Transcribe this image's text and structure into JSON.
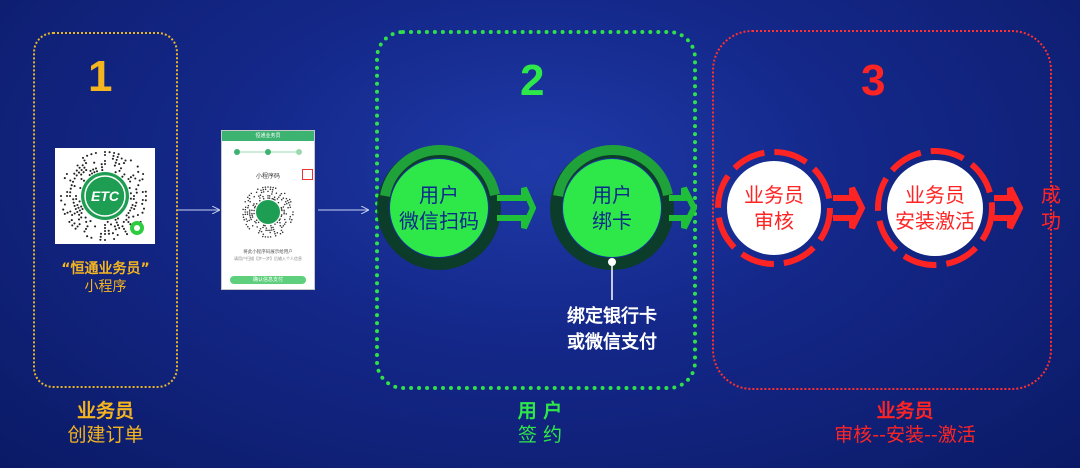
{
  "steps": [
    {
      "number": "1",
      "caption_line1": "业务员",
      "caption_line2": "创建订单",
      "qr_label_line1": "“恒通业务员”",
      "qr_label_line2": "小程序"
    },
    {
      "number": "2",
      "caption_line1": "用    户",
      "caption_line2": "签    约",
      "node_a_line1": "用户",
      "node_a_line2": "微信扫码",
      "node_b_line1": "用户",
      "node_b_line2": "绑卡",
      "note_line1": "绑定银行卡",
      "note_line2": "或微信支付"
    },
    {
      "number": "3",
      "caption_line1": "业务员",
      "caption_line2": "审核--安装--激活",
      "node_a_line1": "业务员",
      "node_a_line2": "审核",
      "node_b_line1": "业务员",
      "node_b_line2": "安装激活",
      "result_line1": "成",
      "result_line2": "功"
    }
  ],
  "phone": {
    "title": "恒通业务员",
    "label": "小程序码",
    "tip": "将此小程序码展示给用户",
    "tip2": "请用户扫描【步一步】后输入个人信息",
    "button": "确认信息支付"
  },
  "qr_logo_text": "ETC",
  "colors": {
    "yellow": "#f5b51f",
    "green": "#2ee84a",
    "red": "#ff2424",
    "white": "#ffffff"
  }
}
